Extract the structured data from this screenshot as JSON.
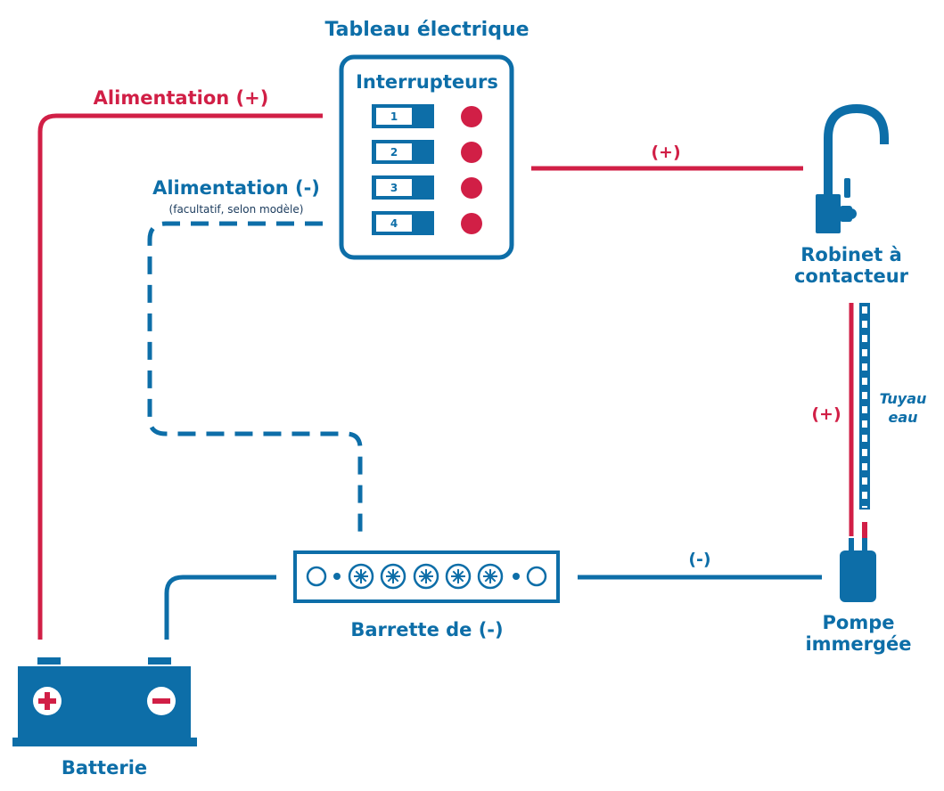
{
  "colors": {
    "positive": "#d11f46",
    "negative": "#0d6ea8",
    "component": "#0d6ea8",
    "background": "#ffffff"
  },
  "panel": {
    "title": "Tableau électrique",
    "subtitle": "Interrupteurs",
    "switches": [
      {
        "label": "1"
      },
      {
        "label": "2"
      },
      {
        "label": "3"
      },
      {
        "label": "4"
      }
    ]
  },
  "wires": {
    "positive_supply": "Alimentation (+)",
    "negative_supply": "Alimentation (-)",
    "negative_supply_note": "(facultatif, selon modèle)",
    "faucet_positive": "(+)",
    "pump_positive": "(+)",
    "pump_negative": "(-)"
  },
  "components": {
    "faucet": {
      "line1": "Robinet à",
      "line2": "contacteur"
    },
    "hose": {
      "line1": "Tuyau",
      "line2": "eau"
    },
    "pump": {
      "line1": "Pompe",
      "line2": "immergée"
    },
    "busbar": {
      "label": "Barrette de (-)"
    },
    "battery": {
      "label": "Batterie"
    }
  }
}
